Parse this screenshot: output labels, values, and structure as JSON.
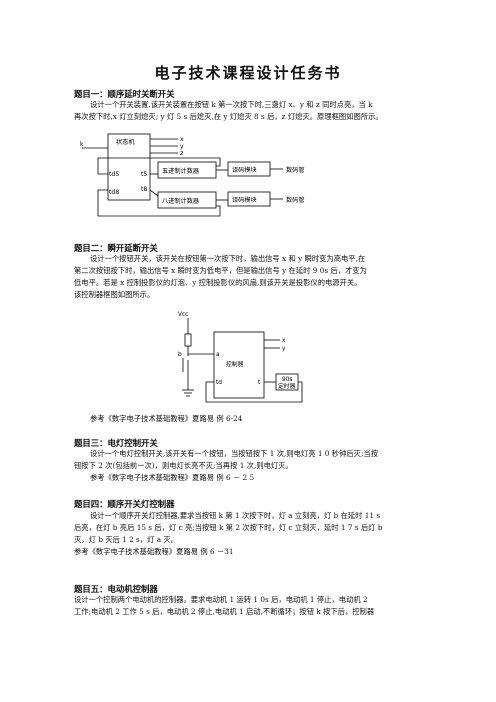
{
  "doc_title": "电子技术课程设计任务书",
  "topic1": {
    "heading": "题目一：顺序延时关断开关",
    "para_line1": "设计一个开关装置,该开关装置在按钮 k 第一次按下时,三盏灯 x、y 和 z 同时点亮，当 k",
    "para_line2": "再次按下时,x 灯立刻熄灭; y 灯 5 s 后熄灭,在 y 灯熄灭 8 s 后，z 灯熄灭。原理框图如图所示。",
    "diagram": {
      "input_k": "k",
      "state_machine": "状态机",
      "out_x": "x",
      "out_y": "y",
      "out_z": "z",
      "td5": "td5",
      "t5": "t5",
      "td8": "td8",
      "t8": "t8",
      "counter5": "五进制计数器",
      "counter8": "八进制计数器",
      "decoder1": "译码模块",
      "decoder2": "译码模块",
      "display1": "数码管",
      "display2": "数码管"
    }
  },
  "topic2": {
    "heading": "题目二：瞬开延断开关",
    "para_line1": "设计一个按钮开关，该开关在按钮第一次按下时，输出信号 x 和 y 瞬时变为高电平,在",
    "para_line2": "第二次按钮按下时，输出信号 x 瞬时变为低电平，但是输出信号 y 在延时 9 0s 后，才变为",
    "para_line3": "低电平。若是 x 控制投影仪的灯泡、y 控制投影仪的风扇,则该开关是投影仪的电源开关。",
    "para_line4": "该控制器框图如图所示。",
    "diagram": {
      "vcc": "Vcc",
      "pin_b": "b",
      "pin_a": "a",
      "controller": "控制器",
      "out_x": "x",
      "out_y": "y",
      "td": "td",
      "t": "t",
      "timer_line1": "90s",
      "timer_line2": "定时器"
    },
    "reference": "参考《数字电子技术基础教程》夏路易  例 6-24"
  },
  "topic3": {
    "heading": "题目三：电灯控制开关",
    "para_line1": "设计一个电灯控制开关,该开关有一个按钮，当按钮按下 1 次,则电灯亮 1 0 秒钟后灭;当按",
    "para_line2": "钮按下 2 次(包括前一次)，则电灯长亮不灭;当再按 1 次,则电灯灭。",
    "reference": "参考《数字电子技术基础教程》夏路易    例 6 － 2 5"
  },
  "topic4": {
    "heading": "题目四：顺序开关灯控制器",
    "para_line1": "设计一个顺序开关灯控制器,要求当按钮 k 第 1 次按下时，灯 a 立刻亮，灯 b 在延时 11 s",
    "para_line2": "后亮，在灯 b 亮后 15 s 后，灯 c 亮;当按钮 k 第 2 次按下时，灯 c 立刻灭，延时 1 7 s 后灯 b",
    "para_line3": "灭，灯 b 灭后 1 2 s，灯 a 灭。",
    "reference": "参考《数字电子技术基础教程》夏路易    例 6 －31"
  },
  "topic5": {
    "heading": "题目五：电动机控制器",
    "para_line1": "设计一个控制两个电动机的控制器。要求电动机 1 运转 1 0s 后，电动机 1 停止，电动机 2",
    "para_line2": "工作;电动机 2 工作 5 s 后，电动机 2 停止,电动机 1 启动,不断循环；按钮 k 按下后，控制器"
  }
}
